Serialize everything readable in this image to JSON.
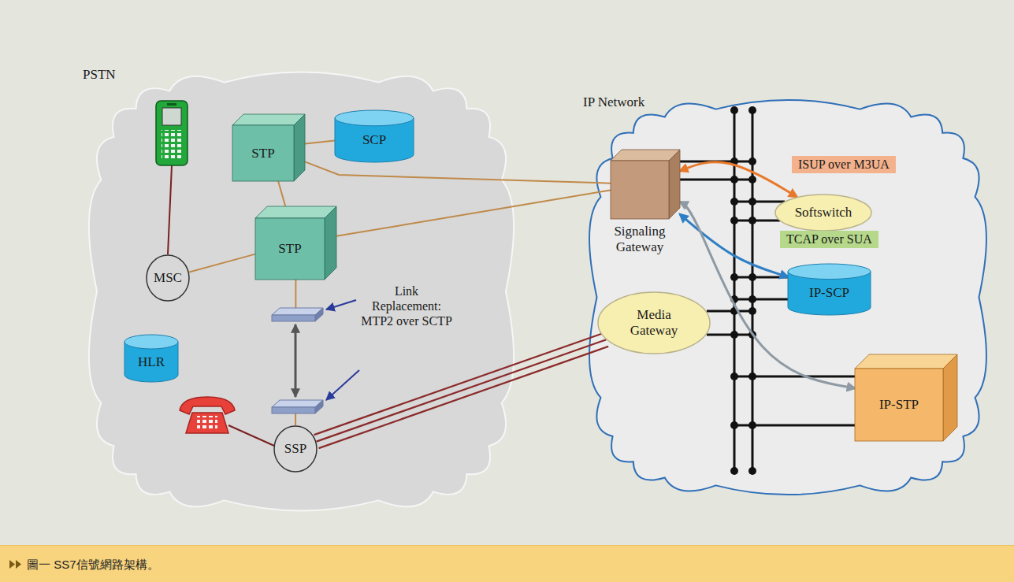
{
  "diagram": {
    "caption": "圖一 SS7信號網路架構。",
    "nodes": [
      {
        "text": [
          "PSTN"
        ]
      },
      {
        "text": [
          "STP"
        ],
        "in": 0
      },
      {
        "text": [
          "SCP"
        ],
        "in": 0
      },
      {
        "text": [
          "STP"
        ],
        "in": 0
      },
      {
        "text": [
          "MSC"
        ],
        "in": 0
      },
      {
        "text": [
          "HLR"
        ],
        "in": 0
      },
      {
        "text": [
          "SSP"
        ],
        "in": 0
      },
      {
        "text": [
          "IP Network"
        ]
      },
      {
        "text": [
          "Signaling Gateway"
        ],
        "in": 7
      },
      {
        "text": [
          "Softswitch"
        ],
        "in": 7
      },
      {
        "text": [
          "IP-SCP"
        ],
        "in": 7
      },
      {
        "text": [
          "Media Gateway"
        ],
        "in": 7
      },
      {
        "text": [
          "IP-STP"
        ],
        "in": 7
      }
    ],
    "edges": [
      {
        "from": 1,
        "to": 2,
        "arrow": "none"
      },
      {
        "from": 1,
        "to": 3,
        "arrow": "none"
      },
      {
        "from": 1,
        "to": 8,
        "arrow": "none"
      },
      {
        "from": 3,
        "to": 8,
        "arrow": "none"
      },
      {
        "from": 4,
        "to": 3,
        "arrow": "none"
      },
      {
        "from": 3,
        "to": 6,
        "arrow": "none"
      },
      {
        "from": 6,
        "to": 11,
        "arrow": "none"
      },
      {
        "from": 6,
        "to": 11,
        "arrow": "none"
      },
      {
        "from": 6,
        "to": 11,
        "arrow": "none"
      },
      {
        "from": 8,
        "to": 9,
        "arrow": "both",
        "label": "ISUP over M3UA"
      },
      {
        "from": 8,
        "to": 10,
        "arrow": "both",
        "label": "TCAP over SUA"
      },
      {
        "from": 8,
        "to": 12,
        "arrow": "both"
      }
    ],
    "labels": [
      "Link Replacement: MTP2 over SCTP"
    ]
  }
}
